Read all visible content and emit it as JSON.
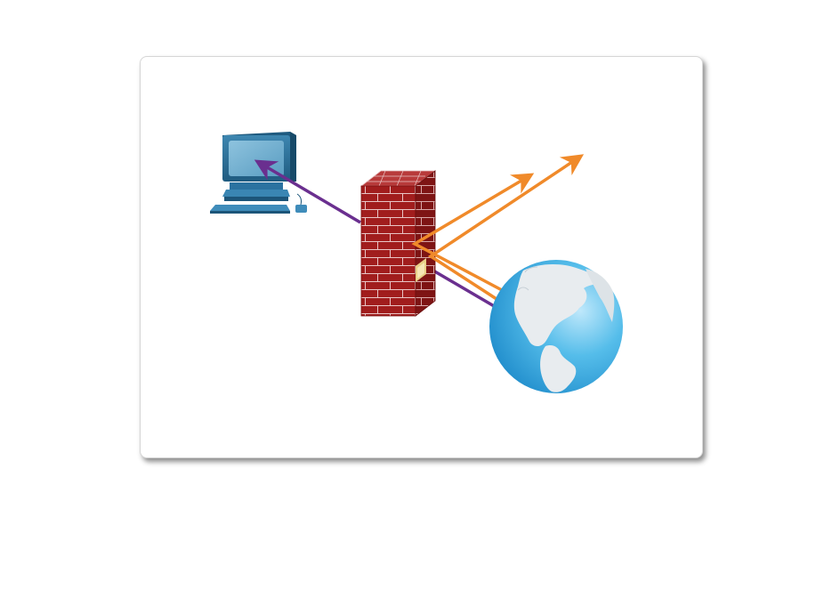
{
  "diagram": {
    "nodes": [
      {
        "id": "workstation",
        "icon": "computer-icon",
        "color": "#2b6f96"
      },
      {
        "id": "firewall",
        "icon": "firewall-icon",
        "color": "#9c1c1c"
      },
      {
        "id": "internet",
        "icon": "globe-icon",
        "color": "#2ea3dc"
      }
    ],
    "flows": [
      {
        "id": "inbound-to-pc",
        "from": "internet",
        "to": "workstation",
        "color": "#6a2f8f"
      },
      {
        "id": "outbound-1",
        "from": "firewall",
        "to": "external",
        "color": "#f08a2a"
      },
      {
        "id": "outbound-2",
        "from": "firewall",
        "to": "external",
        "color": "#f08a2a"
      }
    ]
  }
}
